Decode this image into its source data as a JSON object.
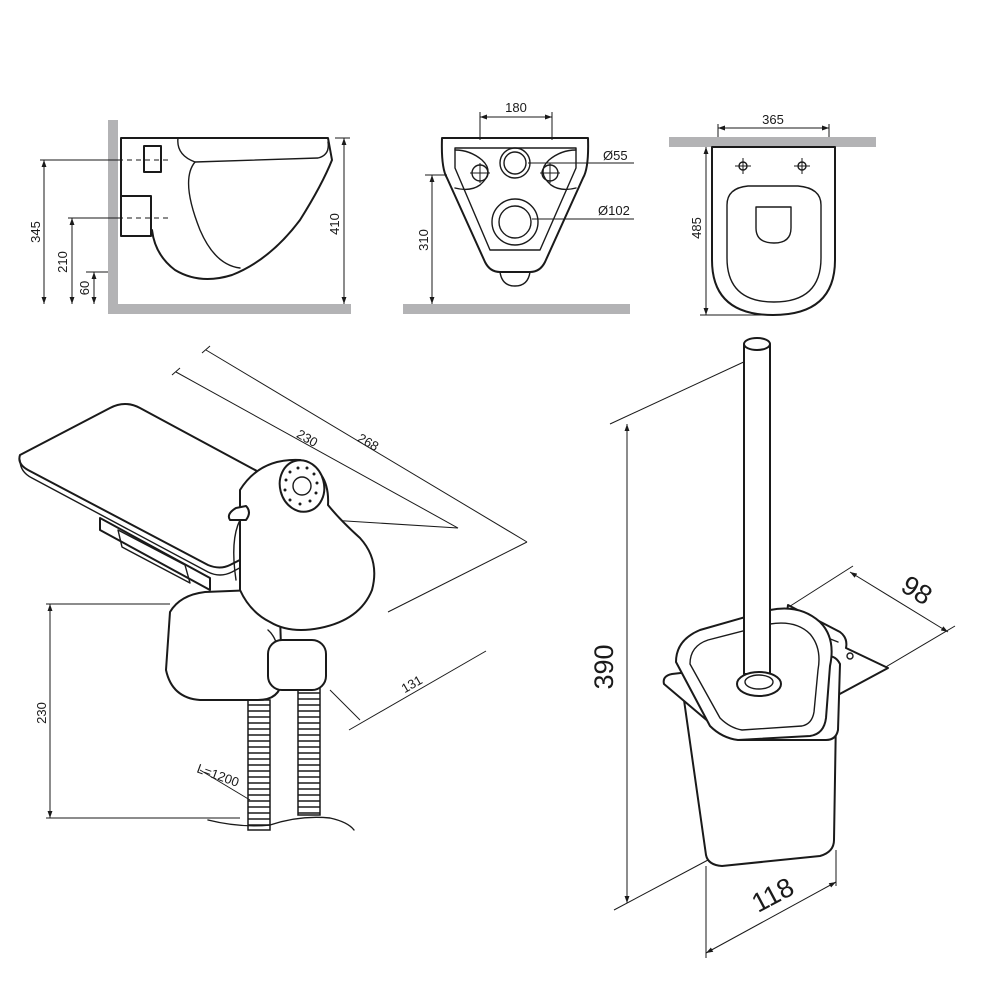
{
  "side_view": {
    "dim_height_total": "345",
    "dim_outlet": "210",
    "dim_inlet": "60",
    "dim_top": "410"
  },
  "back_view": {
    "dim_hole_spacing": "180",
    "dim_inlet_diameter": "Ø55",
    "dim_outlet_diameter": "Ø102",
    "dim_height": "310"
  },
  "top_view": {
    "dim_width": "365",
    "dim_depth": "485"
  },
  "shower_set": {
    "dim_inner_width": "230",
    "dim_outer_width": "268",
    "dim_depth": "131",
    "dim_height": "230",
    "hose_length": "L=1200"
  },
  "brush_holder": {
    "dim_height": "390",
    "dim_depth": "98",
    "dim_width": "118"
  }
}
